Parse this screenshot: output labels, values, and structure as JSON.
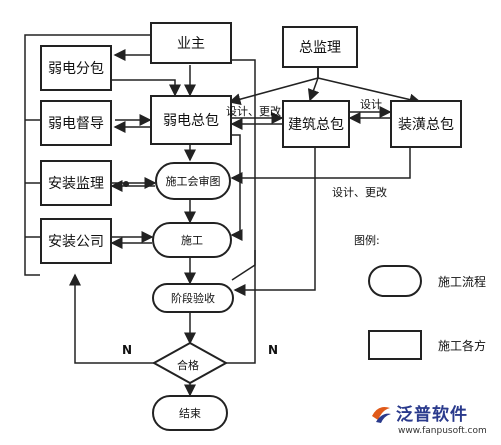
{
  "nodes": {
    "owner": "业主",
    "chief_supervisor": "总监理",
    "weak_sub": "弱电分包",
    "weak_supervisor": "弱电督导",
    "weak_general": "弱电总包",
    "building_general": "建筑总包",
    "decoration_general": "装潢总包",
    "install_supervision": "安装监理",
    "install_company": "安装公司"
  },
  "process": {
    "drawing_review": "施工会审图",
    "construction": "施工",
    "stage_acceptance": "阶段验收",
    "qualified": "合格",
    "end": "结束"
  },
  "edge_labels": {
    "design_change_1": "设计、更改",
    "design": "设计",
    "design_change_2": "设计、更改",
    "no_left": "N",
    "no_right": "N"
  },
  "legend": {
    "title": "图例:",
    "process_flow": "施工流程",
    "parties": "施工各方"
  },
  "logo": {
    "name": "泛普软件",
    "url": "www.fanpusoft.com"
  }
}
